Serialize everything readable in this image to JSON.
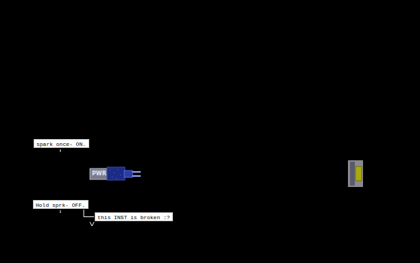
{
  "diagram": {
    "nodes": [
      {
        "text": [
          "spark once- ON."
        ]
      },
      {
        "text": [
          "Hold sprk- OFF."
        ]
      },
      {
        "text": [
          "this INST is broken :?"
        ]
      }
    ],
    "edges": [
      {
        "from": 1,
        "to": 2,
        "arrow": "none"
      }
    ],
    "labels": [
      "PWR"
    ]
  }
}
